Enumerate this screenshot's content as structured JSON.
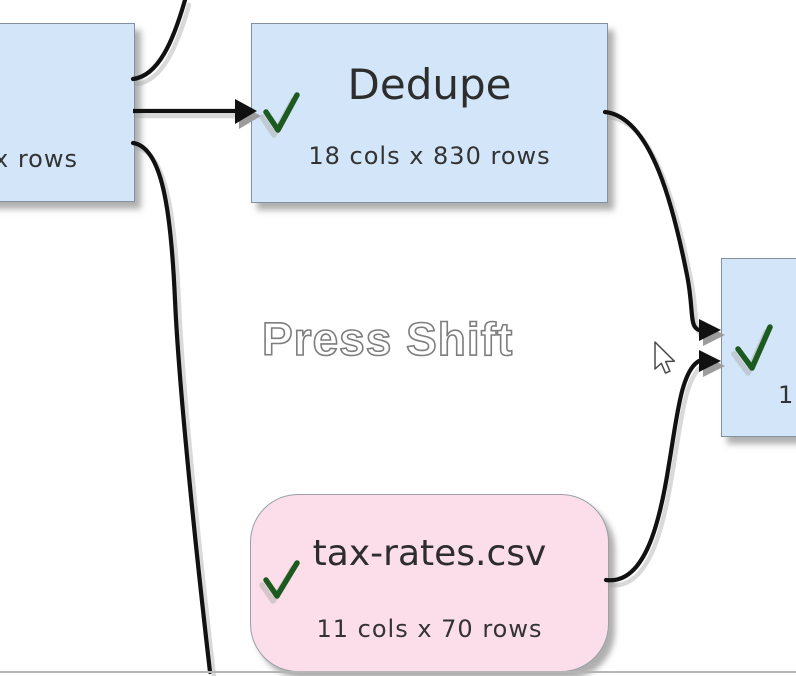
{
  "overlay": {
    "hint_text": "Press Shift"
  },
  "nodes": {
    "left": {
      "stats": "x rows"
    },
    "dedupe": {
      "title": "Dedupe",
      "stats": "18 cols x 830 rows"
    },
    "right": {
      "stats": "1"
    },
    "tax": {
      "title": "tax-rates.csv",
      "stats": "11 cols x 70 rows"
    }
  },
  "colors": {
    "node_blue_fill": "#d3e6f9",
    "node_pink_fill": "#fbdee9",
    "node_border": "#84909b",
    "check_green": "#1d5a20",
    "connector_black": "#111111",
    "hint_fill": "#ffffff",
    "hint_outline": "#7d7d7d",
    "canvas_edge": "#b5b5b5"
  },
  "icons": {
    "check": "check-icon",
    "cursor": "mouse-cursor-icon",
    "arrowhead": "arrowhead-icon"
  }
}
